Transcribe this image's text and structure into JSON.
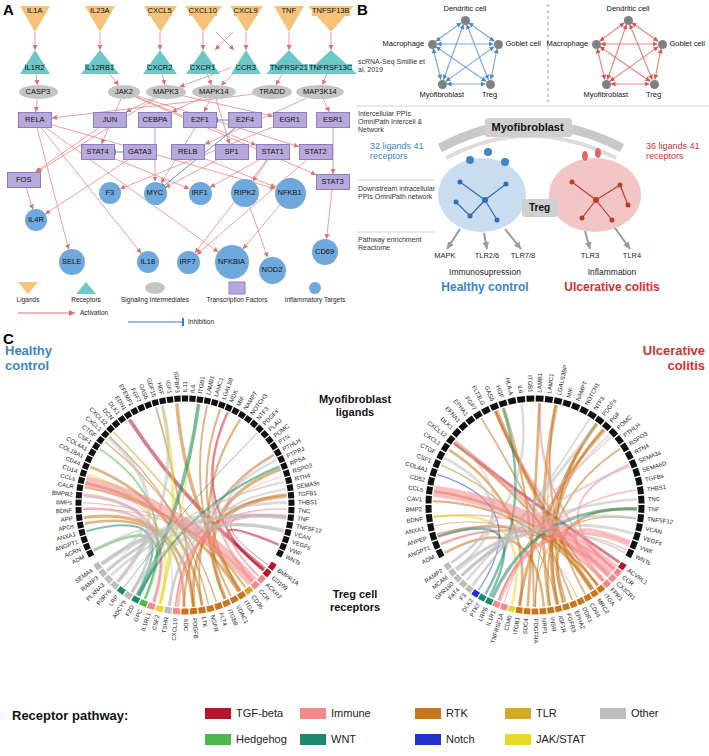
{
  "diagram": {
    "nodes": [
      {
        "text": [
          "IL1A"
        ]
      },
      {
        "text": [
          "IL23A"
        ]
      },
      {
        "text": [
          "CXCL5"
        ]
      },
      {
        "text": [
          "CXCL10"
        ]
      },
      {
        "text": [
          "CXCL9"
        ]
      },
      {
        "text": [
          "TNF"
        ]
      },
      {
        "text": [
          "TNFSF13B"
        ]
      },
      {
        "text": [
          "IL1R2"
        ]
      },
      {
        "text": [
          "IL12RB1"
        ]
      },
      {
        "text": [
          "CXCR2"
        ]
      },
      {
        "text": [
          "CXCR1"
        ]
      },
      {
        "text": [
          "CCR3"
        ]
      },
      {
        "text": [
          "TNFRSF21"
        ]
      },
      {
        "text": [
          "TNFRSF13C"
        ]
      },
      {
        "text": [
          "CASP3"
        ]
      },
      {
        "text": [
          "JAK2"
        ]
      },
      {
        "text": [
          "MAPK3"
        ]
      },
      {
        "text": [
          "MAPK14"
        ]
      },
      {
        "text": [
          "TRADD"
        ]
      },
      {
        "text": [
          "MAP3K14"
        ]
      },
      {
        "text": [
          "RELA"
        ]
      },
      {
        "text": [
          "JUN"
        ]
      },
      {
        "text": [
          "CEBPA"
        ]
      },
      {
        "text": [
          "E2F1"
        ]
      },
      {
        "text": [
          "E2F4"
        ]
      },
      {
        "text": [
          "EGR1"
        ]
      },
      {
        "text": [
          "ESR1"
        ]
      },
      {
        "text": [
          "STAT4"
        ]
      },
      {
        "text": [
          "GATA3"
        ]
      },
      {
        "text": [
          "RELB"
        ]
      },
      {
        "text": [
          "SP1"
        ]
      },
      {
        "text": [
          "STAT1"
        ]
      },
      {
        "text": [
          "STAT2"
        ]
      },
      {
        "text": [
          "FOS"
        ]
      },
      {
        "text": [
          "STAT3"
        ]
      },
      {
        "text": [
          "F3"
        ]
      },
      {
        "text": [
          "MYC"
        ]
      },
      {
        "text": [
          "IRF1"
        ]
      },
      {
        "text": [
          "RIPK2"
        ]
      },
      {
        "text": [
          "NFKB1"
        ]
      },
      {
        "text": [
          "IL4R"
        ]
      },
      {
        "text": [
          "SELE"
        ]
      },
      {
        "text": [
          "IL18"
        ]
      },
      {
        "text": [
          "IRF7"
        ]
      },
      {
        "text": [
          "NFKBIA"
        ]
      },
      {
        "text": [
          "NOD2"
        ]
      },
      {
        "text": [
          "CD69"
        ]
      },
      {
        "text": [
          "Dendritic cell"
        ]
      },
      {
        "text": [
          "Macrophage"
        ]
      },
      {
        "text": [
          "Goblet cell"
        ]
      },
      {
        "text": [
          "Myofibroblast"
        ]
      },
      {
        "text": [
          "Treg"
        ]
      },
      {
        "text": [
          "Dendritic cell"
        ]
      },
      {
        "text": [
          "Macrophage"
        ]
      },
      {
        "text": [
          "Goblet cell"
        ]
      },
      {
        "text": [
          "Myofibroblast"
        ]
      },
      {
        "text": [
          "Treg"
        ]
      },
      {
        "text": [
          "Myofibroblast"
        ]
      },
      {
        "text": [
          "Treg"
        ]
      }
    ],
    "edges": [
      {
        "from": 0,
        "to": 7,
        "arrow": "to"
      },
      {
        "from": 1,
        "to": 8,
        "arrow": "to"
      },
      {
        "from": 2,
        "to": 9,
        "arrow": "to"
      },
      {
        "from": 3,
        "to": 10,
        "arrow": "to"
      },
      {
        "from": 4,
        "to": 11,
        "arrow": "to"
      },
      {
        "from": 3,
        "to": 11,
        "arrow": "to"
      },
      {
        "from": 4,
        "to": 10,
        "arrow": "to"
      },
      {
        "from": 5,
        "to": 12,
        "arrow": "to"
      },
      {
        "from": 6,
        "to": 13,
        "arrow": "to"
      },
      {
        "from": 7,
        "to": 14,
        "arrow": "to"
      },
      {
        "from": 8,
        "to": 15,
        "arrow": "to"
      },
      {
        "from": 9,
        "to": 16,
        "arrow": "to"
      },
      {
        "from": 10,
        "to": 17,
        "arrow": "to"
      },
      {
        "from": 11,
        "to": 17,
        "arrow": "to"
      },
      {
        "from": 11,
        "to": 16,
        "arrow": "to"
      },
      {
        "from": 12,
        "to": 18,
        "arrow": "to"
      },
      {
        "from": 13,
        "to": 19,
        "arrow": "to"
      },
      {
        "from": 14,
        "to": 20,
        "arrow": "to"
      },
      {
        "from": 15,
        "to": 27,
        "arrow": "to"
      },
      {
        "from": 15,
        "to": 31,
        "arrow": "to"
      },
      {
        "from": 15,
        "to": 34,
        "arrow": "to"
      },
      {
        "from": 15,
        "to": 32,
        "arrow": "to"
      },
      {
        "from": 16,
        "to": 21,
        "arrow": "to"
      },
      {
        "from": 16,
        "to": 25,
        "arrow": "to"
      },
      {
        "from": 17,
        "to": 22,
        "arrow": "to"
      },
      {
        "from": 17,
        "to": 23,
        "arrow": "to"
      },
      {
        "from": 17,
        "to": 30,
        "arrow": "to"
      },
      {
        "from": 18,
        "to": 20,
        "arrow": "to"
      },
      {
        "from": 19,
        "to": 29,
        "arrow": "to"
      },
      {
        "from": 19,
        "to": 26,
        "arrow": "to"
      },
      {
        "from": 16,
        "to": 33,
        "arrow": "to"
      },
      {
        "from": 20,
        "to": 41,
        "arrow": "to"
      },
      {
        "from": 20,
        "to": 42,
        "arrow": "to"
      },
      {
        "from": 20,
        "to": 44,
        "arrow": "to"
      },
      {
        "from": 21,
        "to": 33,
        "arrow": "to"
      },
      {
        "from": 33,
        "to": 40,
        "arrow": "to"
      },
      {
        "from": 28,
        "to": 40,
        "arrow": "to"
      },
      {
        "from": 27,
        "to": 37,
        "arrow": "to"
      },
      {
        "from": 31,
        "to": 37,
        "arrow": "to"
      },
      {
        "from": 31,
        "to": 43,
        "arrow": "to"
      },
      {
        "from": 32,
        "to": 43,
        "arrow": "to"
      },
      {
        "from": 30,
        "to": 36,
        "arrow": "to"
      },
      {
        "from": 23,
        "to": 36,
        "arrow": "to"
      },
      {
        "from": 24,
        "to": 36,
        "arrow": "to"
      },
      {
        "from": 25,
        "to": 35,
        "arrow": "to"
      },
      {
        "from": 29,
        "to": 39,
        "arrow": "to"
      },
      {
        "from": 39,
        "to": 44,
        "arrow": "to"
      },
      {
        "from": 34,
        "to": 46,
        "arrow": "to"
      },
      {
        "from": 26,
        "to": 34,
        "arrow": "to"
      },
      {
        "from": 38,
        "to": 45,
        "arrow": "to"
      },
      {
        "from": 31,
        "to": 38,
        "arrow": "to"
      },
      {
        "from": 22,
        "to": 36,
        "arrow": "to"
      },
      {
        "from": 24,
        "to": 23,
        "arrow": "to"
      },
      {
        "from": 20,
        "to": 39,
        "arrow": "to"
      },
      {
        "from": 28,
        "to": 27,
        "arrow": "to"
      },
      {
        "from": 47,
        "to": 48,
        "arrow": "both"
      },
      {
        "from": 47,
        "to": 49,
        "arrow": "both"
      },
      {
        "from": 47,
        "to": 50,
        "arrow": "both"
      },
      {
        "from": 47,
        "to": 51,
        "arrow": "both"
      },
      {
        "from": 48,
        "to": 49,
        "arrow": "both"
      },
      {
        "from": 48,
        "to": 50,
        "arrow": "both"
      },
      {
        "from": 48,
        "to": 51,
        "arrow": "both"
      },
      {
        "from": 49,
        "to": 50,
        "arrow": "both"
      },
      {
        "from": 49,
        "to": 51,
        "arrow": "both"
      },
      {
        "from": 50,
        "to": 51,
        "arrow": "both"
      },
      {
        "from": 52,
        "to": 53,
        "arrow": "both"
      },
      {
        "from": 52,
        "to": 54,
        "arrow": "both"
      },
      {
        "from": 52,
        "to": 55,
        "arrow": "both"
      },
      {
        "from": 52,
        "to": 56,
        "arrow": "both"
      },
      {
        "from": 53,
        "to": 54,
        "arrow": "both"
      },
      {
        "from": 53,
        "to": 55,
        "arrow": "both"
      },
      {
        "from": 53,
        "to": 56,
        "arrow": "both"
      },
      {
        "from": 54,
        "to": 55,
        "arrow": "both"
      },
      {
        "from": 54,
        "to": 56,
        "arrow": "both"
      },
      {
        "from": 55,
        "to": 56,
        "arrow": "both"
      }
    ],
    "labels": [
      "A",
      "B",
      "scRNA-Seq Smillie et al, 2019",
      "Intercellular PPIs OmniPath Intercell & Network",
      "32 ligands 41 receptors",
      "36 ligands 41 receptors",
      "Downstream intracellular PPIs OmniPath network",
      "Pathway enrichment Reactome",
      "MAPK",
      "TLR2/6",
      "TLR7/8",
      "TLR3",
      "TLR4",
      "Immunosupression",
      "Healthy control",
      "Inflammation",
      "Ulcerative colitis",
      "C",
      "Healthy control",
      "Ulcerative colitis",
      "Myofibroblast ligands",
      "Treg cell receptors",
      "ADM",
      "AGRN",
      "ANGPT1",
      "ANXA1",
      "APOs",
      "APP",
      "BDNF",
      "BMPs",
      "BMPR2",
      "CALR",
      "CCLs",
      "CD14",
      "CD44",
      "COL18A1",
      "COL4A1",
      "CSF1",
      "CTGF",
      "CXCL1",
      "CXCL12",
      "DCN",
      "DLK1",
      "EDN1",
      "EFEMP1",
      "FGF7",
      "GAS6",
      "GDF15",
      "HGF",
      "IGF1",
      "IGFBP3",
      "IL11",
      "IL6",
      "ITGB1",
      "LAMB1",
      "LAMC1",
      "LGALS9",
      "MDK",
      "MIF",
      "NAMPT",
      "NOTCH3",
      "NTF3",
      "PDGFs",
      "PLAU",
      "POMC",
      "PTN",
      "PTHLH",
      "PTPRJ",
      "RPSA",
      "RSPO3",
      "RTN4",
      "SEMA3s",
      "TGFB1",
      "THBS1",
      "TNC",
      "TNF",
      "TNFSF12",
      "VCAN",
      "VEGFs",
      "VWF",
      "WNTs",
      "BMPR1A",
      "CD109",
      "ACKR2",
      "CCR",
      "CD36",
      "ITGA",
      "VDAC1",
      "ITGB8",
      "FLT4",
      "NGFR",
      "LTK",
      "PDGFB",
      "SDC",
      "CXCL10",
      "TSHR",
      "CSF2",
      "IL1RL1",
      "GPC",
      "FZD",
      "ADCY9",
      "LRP",
      "P2RY6",
      "PLXNA3",
      "RAMP3",
      "SEMA4",
      "ADM",
      "ANGPT1",
      "ANPEP",
      "ANXA1",
      "BDNF",
      "BMP2",
      "CAV1",
      "CCLs",
      "CD52",
      "COL4A1",
      "CSF1",
      "CTGF",
      "CXCL1",
      "CXCL12",
      "DLK1",
      "EFNA1",
      "EPHA1",
      "FGF7",
      "FLT3LG",
      "GAS6",
      "HGF",
      "HLA-A",
      "IL6",
      "ITGB1",
      "LAMB1",
      "LAMC1",
      "LGALS3BP",
      "MIF",
      "NAMPT",
      "NOTCH1",
      "NTF3",
      "PDGFs",
      "PGF",
      "POMC",
      "PTHLH",
      "RSPO3",
      "RTN4",
      "SEMA3s",
      "SEMA6D",
      "TGFBs",
      "THBS1",
      "TNC",
      "TNF",
      "TNFSF12",
      "VCAN",
      "VEGFs",
      "VWF",
      "WNTs",
      "ACVRL1",
      "CCR",
      "CX3CR1",
      "FPR1",
      "ITGA",
      "MRC2",
      "CD44",
      "DDR1",
      "EPHA2",
      "FGFR3",
      "IGF1R",
      "INSR",
      "NRP1",
      "PDGFRA",
      "SDC4",
      "ITGB1",
      "CD40",
      "TNFRSF1A",
      "IL1R1",
      "LRP6",
      "PTK7",
      "DLK2",
      "F3",
      "FAT4",
      "GPR180",
      "MCAM",
      "RAMP2",
      "Receptor pathway:"
    ],
    "legend": [
      {
        "text": "Ligands"
      },
      {
        "text": "Receptors"
      },
      {
        "text": "Signaling Intermediates"
      },
      {
        "text": "Transcription Factors"
      },
      {
        "text": "Inflammatory Targets"
      },
      {
        "text": "Activation"
      },
      {
        "text": "Inhibition"
      },
      {
        "text": "TGF-beta",
        "color": "#b2182b"
      },
      {
        "text": "Immune",
        "color": "#f4898c"
      },
      {
        "text": "RTK",
        "color": "#c8761e"
      },
      {
        "text": "TLR",
        "color": "#d6a82a"
      },
      {
        "text": "Other",
        "color": "#bdbdbd"
      },
      {
        "text": "Hedgehog",
        "color": "#4cb848"
      },
      {
        "text": "WNT",
        "color": "#1a8a6a"
      },
      {
        "text": "Notch",
        "color": "#2233cc"
      },
      {
        "text": "JAK/STAT",
        "color": "#e6d92a"
      }
    ]
  }
}
